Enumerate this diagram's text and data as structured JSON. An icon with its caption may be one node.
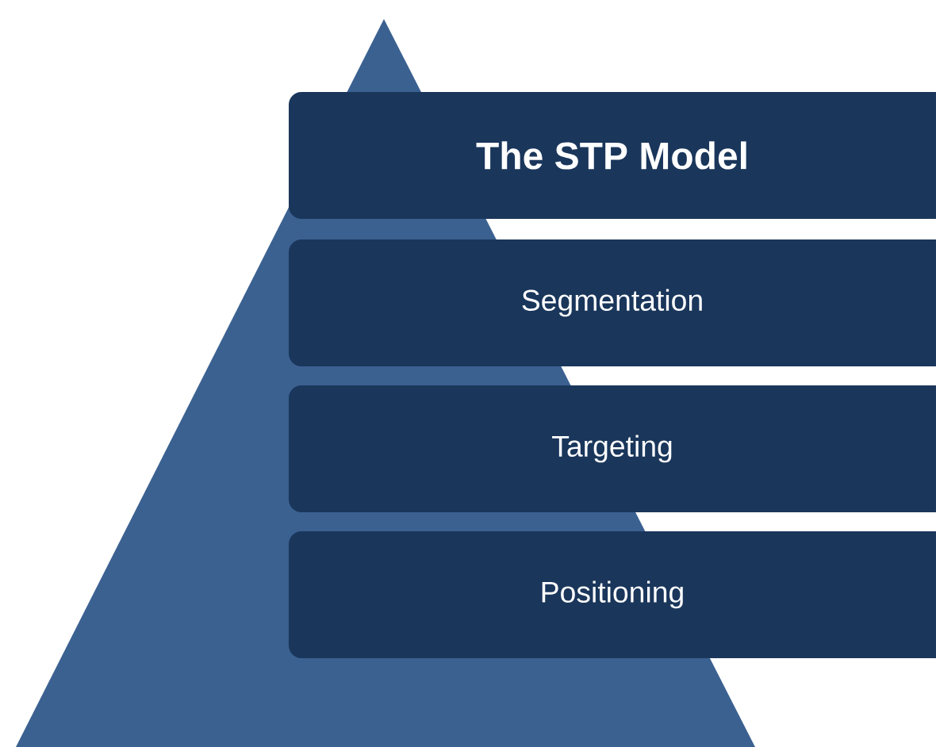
{
  "diagram": {
    "nodes": [
      {
        "text": [
          "The STP Model"
        ]
      },
      {
        "text": [
          "Segmentation"
        ]
      },
      {
        "text": [
          "Targeting"
        ]
      },
      {
        "text": [
          "Positioning"
        ]
      }
    ]
  }
}
